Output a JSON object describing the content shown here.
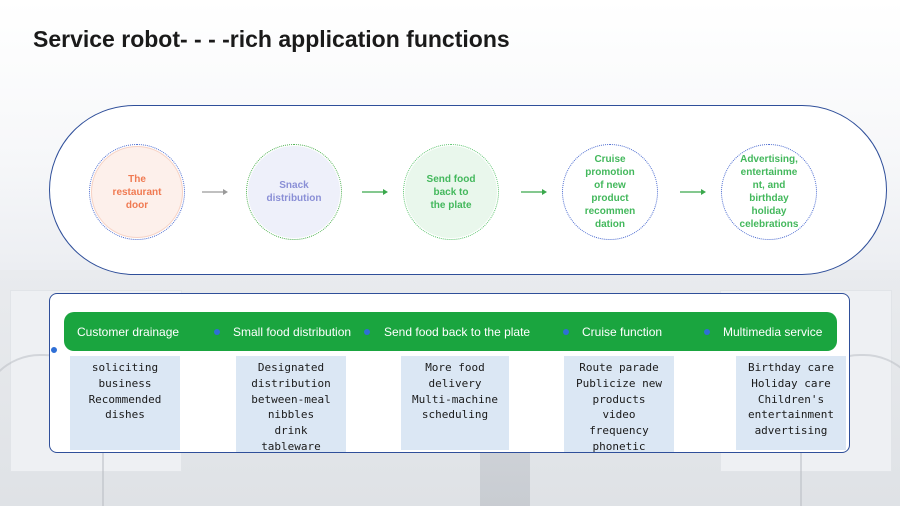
{
  "title": "Service robot- - - -rich application functions",
  "process": {
    "steps": [
      {
        "lines": [
          "The",
          "restaurant",
          "door"
        ]
      },
      {
        "lines": [
          "Snack",
          "distribution"
        ]
      },
      {
        "lines": [
          "Send food",
          "back to",
          "the plate"
        ]
      },
      {
        "lines": [
          "Cruise",
          "promotion",
          "of new",
          "product",
          "recommen",
          "dation"
        ]
      },
      {
        "lines": [
          "Advertising,",
          "entertainme",
          "nt, and",
          "birthday",
          "holiday",
          "celebrations"
        ]
      }
    ],
    "arrow_colors": [
      "#9a9a9a",
      "#3aa84c",
      "#3aa84c",
      "#3aa84c"
    ]
  },
  "functions": [
    {
      "label": "Customer drainage",
      "details": [
        "soliciting",
        "business",
        "Recommended",
        "dishes"
      ]
    },
    {
      "label": "Small food distribution",
      "details": [
        "Designated",
        "distribution",
        "between-meal",
        "nibbles",
        "drink",
        "tableware"
      ]
    },
    {
      "label": "Send food back to the plate",
      "details": [
        "More food",
        "delivery",
        "Multi-machine",
        "scheduling"
      ]
    },
    {
      "label": "Cruise function",
      "details": [
        "Route parade",
        "Publicize new",
        "products",
        "video",
        "frequency",
        "phonetic"
      ]
    },
    {
      "label": "Multimedia service",
      "details": [
        "Birthday care",
        "Holiday care",
        "Children's",
        "entertainment",
        "advertising"
      ]
    }
  ],
  "colors": {
    "accent_green": "#1aa53f",
    "border_blue": "#2f4f9a",
    "card_blue": "#dbe7f4"
  }
}
